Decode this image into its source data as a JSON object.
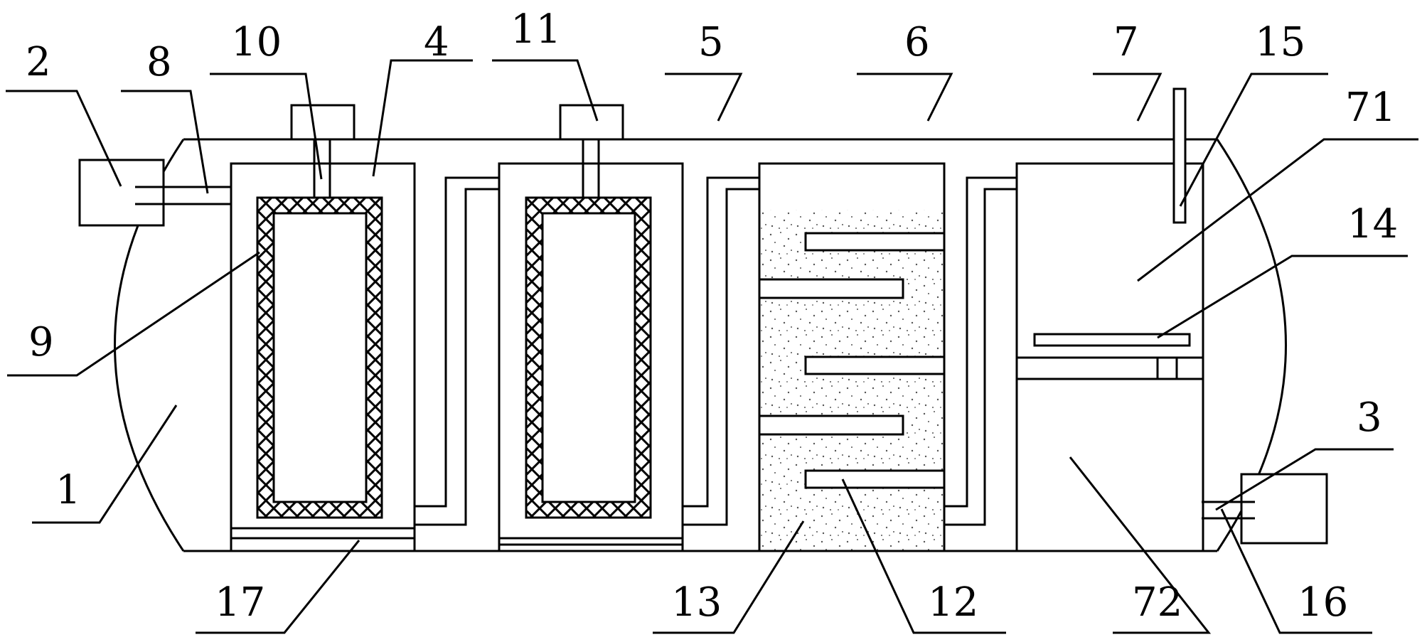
{
  "labels": {
    "l1": "1",
    "l2": "2",
    "l3": "3",
    "l4": "4",
    "l5": "5",
    "l6": "6",
    "l7": "7",
    "l8": "8",
    "l9": "9",
    "l10": "10",
    "l11": "11",
    "l12": "12",
    "l13": "13",
    "l14": "14",
    "l15": "15",
    "l16": "16",
    "l17": "17",
    "l71": "71",
    "l72": "72"
  }
}
